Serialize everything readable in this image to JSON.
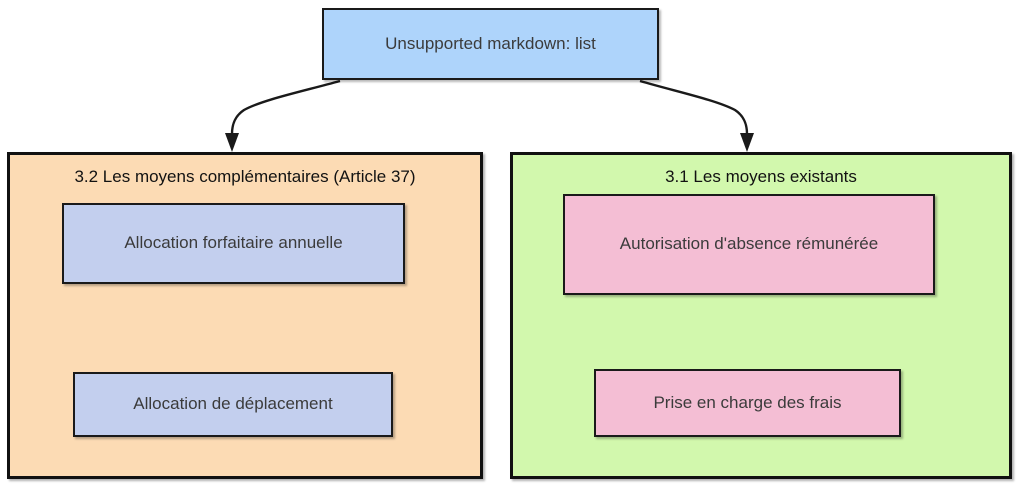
{
  "diagram": {
    "root": {
      "label": "Unsupported markdown: list",
      "fill": "#aed4fb",
      "stroke": "#1a1a1a"
    },
    "containers": [
      {
        "id": "left",
        "title": "3.2 Les moyens complémentaires (Article 37)",
        "fill": "#fcdbb4",
        "stroke": "#111111",
        "children": [
          {
            "id": "allocation-forfaitaire",
            "label": "Allocation forfaitaire annuelle",
            "fill": "#c3cfee"
          },
          {
            "id": "allocation-deplacement",
            "label": "Allocation de déplacement",
            "fill": "#c3cfee"
          }
        ]
      },
      {
        "id": "right",
        "title": "3.1 Les moyens existants",
        "fill": "#d2f8ad",
        "stroke": "#111111",
        "children": [
          {
            "id": "autorisation-absence",
            "label": "Autorisation d'absence rémunérée",
            "fill": "#f4bed4"
          },
          {
            "id": "prise-en-charge",
            "label": "Prise en charge des frais",
            "fill": "#f4bed4"
          }
        ]
      }
    ],
    "edges": [
      {
        "id": "root-to-left",
        "from": "root",
        "to": "left",
        "arrow": "down"
      },
      {
        "id": "root-to-right",
        "from": "root",
        "to": "right",
        "arrow": "down"
      }
    ],
    "edge_color": "#1a1a1a"
  }
}
